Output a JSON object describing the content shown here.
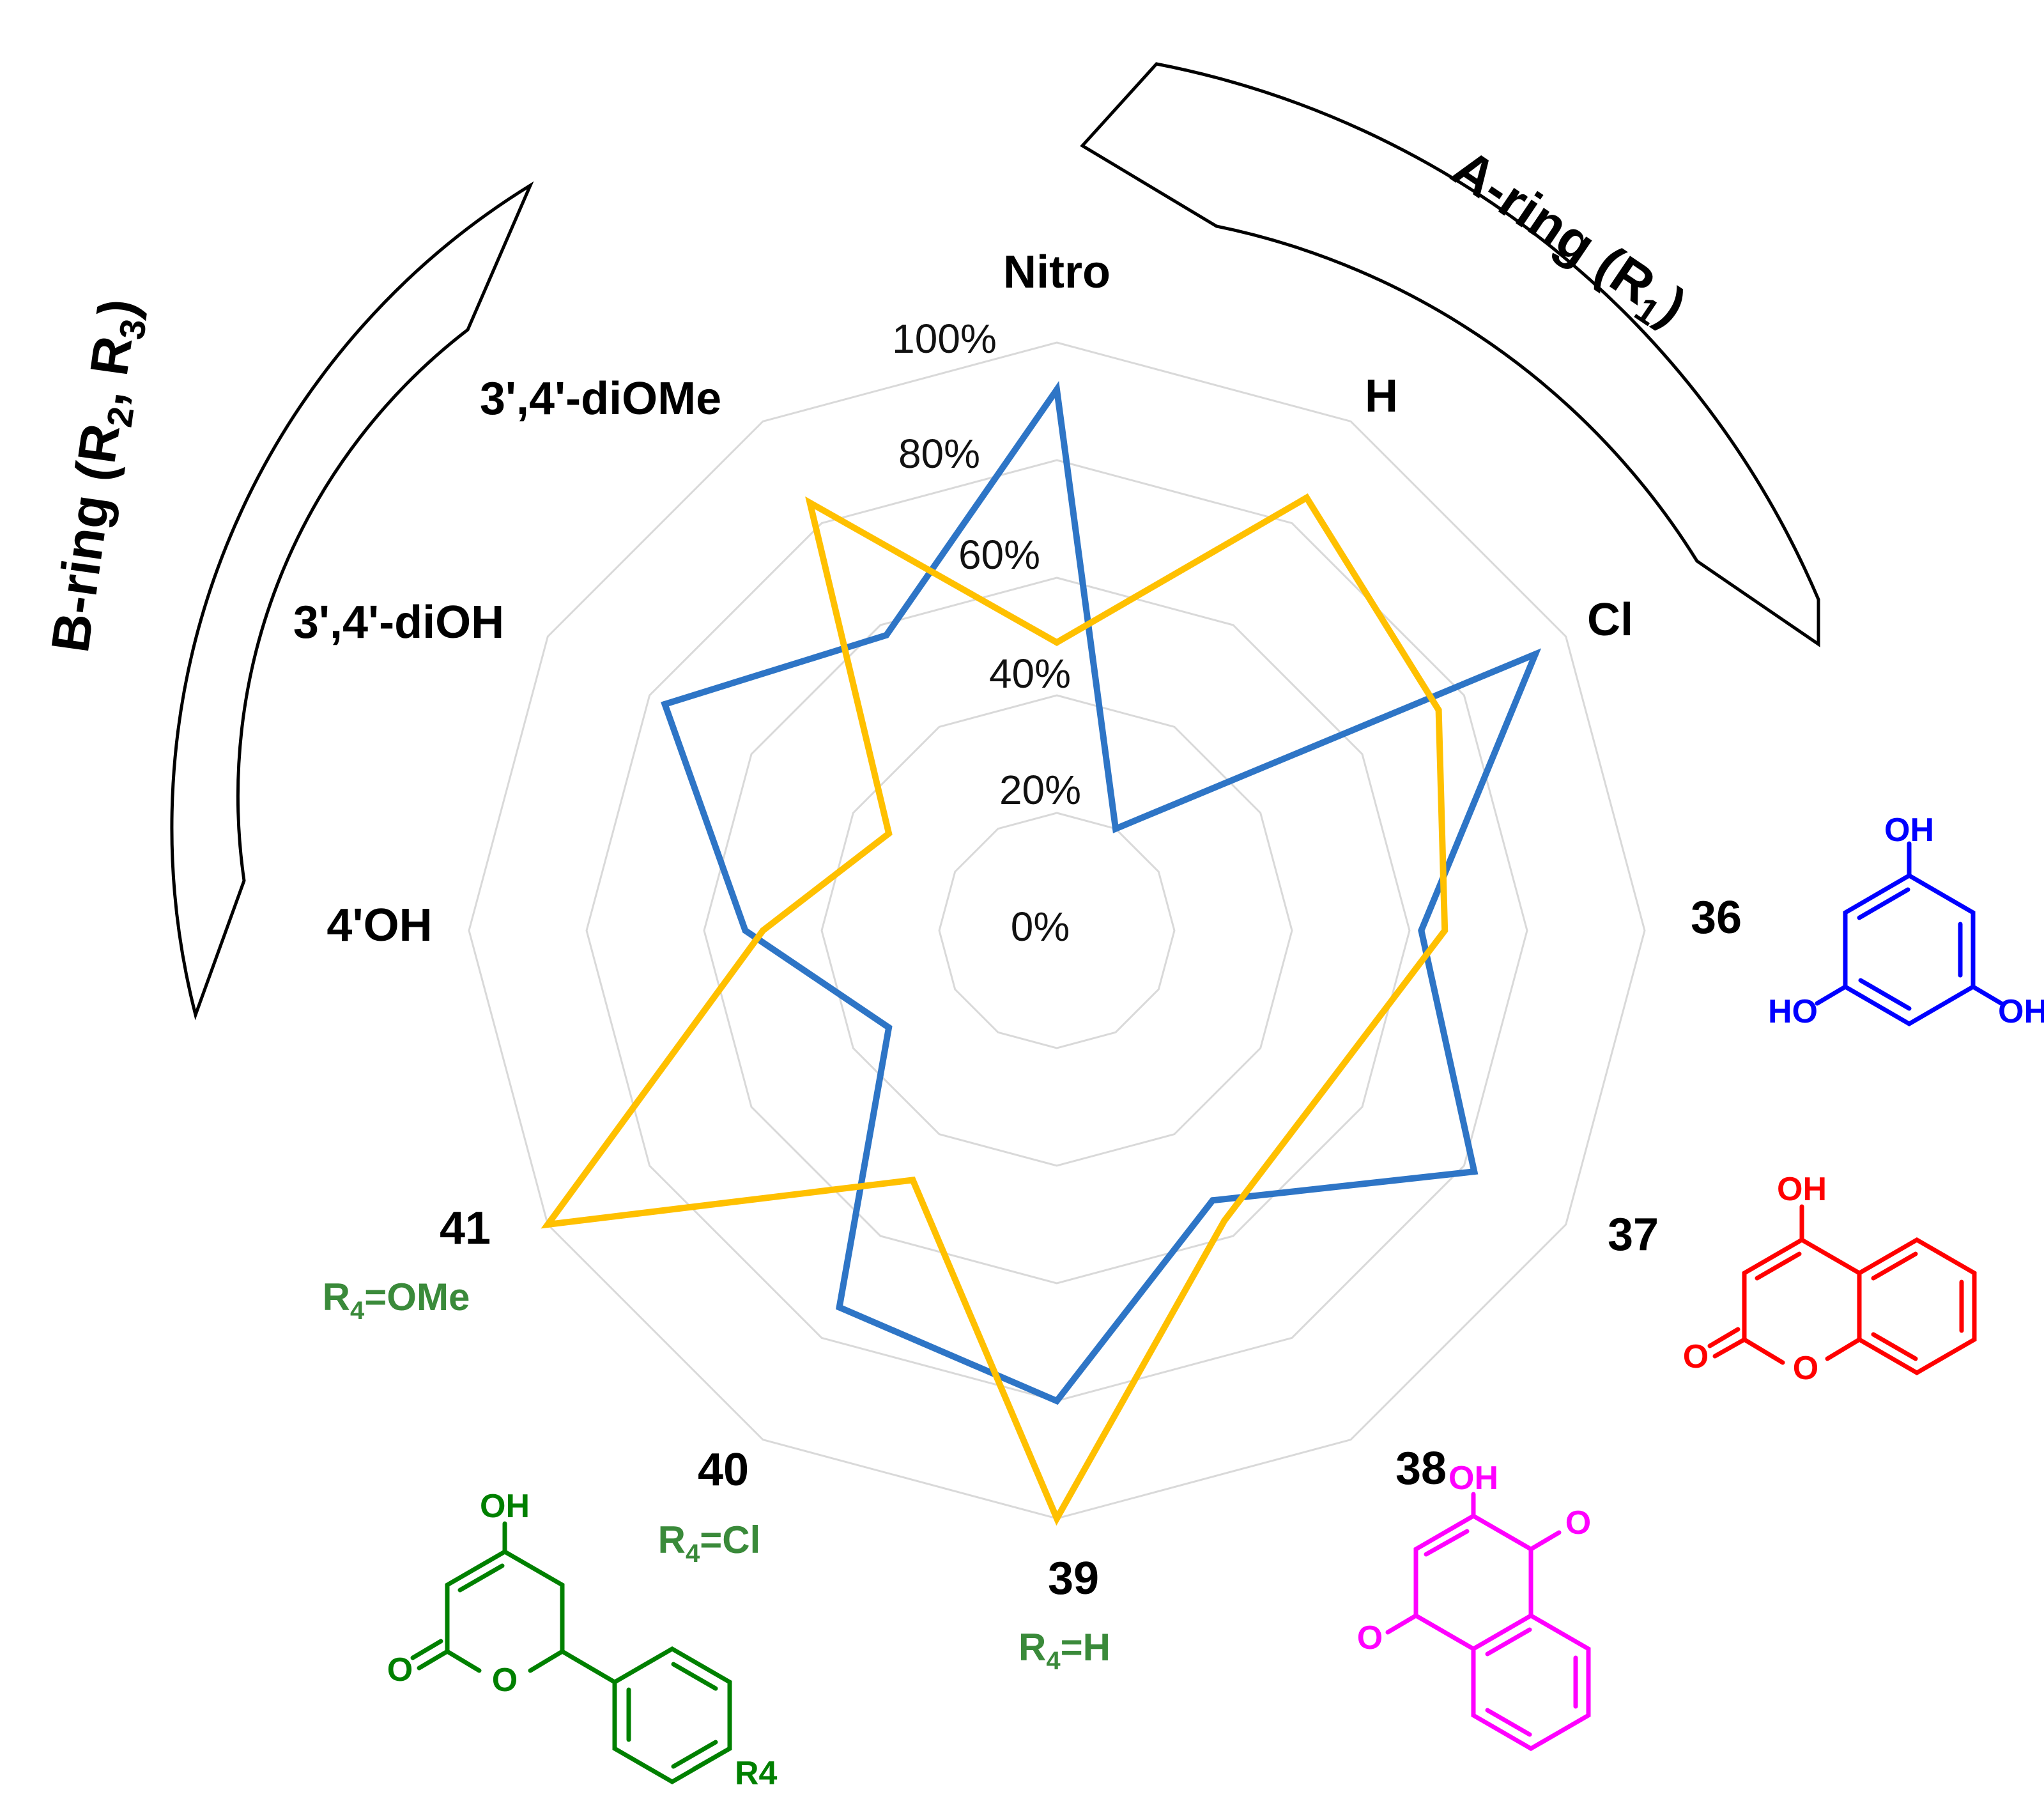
{
  "colors": {
    "series_a": "#2E75C6",
    "series_b": "#FFC000",
    "grid": "#D9D9D9",
    "struct_36": "#0000FF",
    "struct_37": "#FF0000",
    "struct_38": "#FF00FF",
    "struct_39_41": "#008000",
    "r4_label": "#3A8A3A"
  },
  "chart_data": {
    "type": "radar",
    "categories": [
      "Nitro",
      "H",
      "Cl",
      "36",
      "37",
      "38",
      "39",
      "40",
      "41",
      "4'OH",
      "3',4'-diOH",
      "3',4'-diOMe"
    ],
    "r_ticks": [
      "0%",
      "20%",
      "40%",
      "60%",
      "80%",
      "100%"
    ],
    "rlim": [
      0,
      100
    ],
    "grid": true,
    "series": [
      {
        "values": [
          92,
          20,
          94,
          62,
          82,
          53,
          80,
          74,
          33,
          53,
          77,
          58
        ]
      },
      {
        "values": [
          49,
          85,
          75,
          66,
          53,
          57,
          100,
          49,
          100,
          50,
          33,
          84
        ]
      }
    ],
    "group_labels": {
      "a_ring": {
        "main": "A-ring (R",
        "sub": "1",
        "close": ")"
      },
      "b_ring": {
        "main": "B-ring (R",
        "sub1": "2",
        "mid": ", R",
        "sub2": "3",
        "close": ")"
      }
    },
    "r4_labels": {
      "39": {
        "main": "R",
        "sub": "4",
        "rest": "=H"
      },
      "40": {
        "main": "R",
        "sub": "4",
        "rest": "=Cl"
      },
      "41": {
        "main": "R",
        "sub": "4",
        "rest": "=OMe"
      }
    },
    "structure_labels": {
      "s36": [
        "OH",
        "HO",
        "OH"
      ],
      "s37": [
        "OH",
        "O",
        "O"
      ],
      "s38": [
        "OH",
        "O",
        "O"
      ],
      "s39": [
        "OH",
        "O",
        "O",
        "R4"
      ]
    }
  }
}
